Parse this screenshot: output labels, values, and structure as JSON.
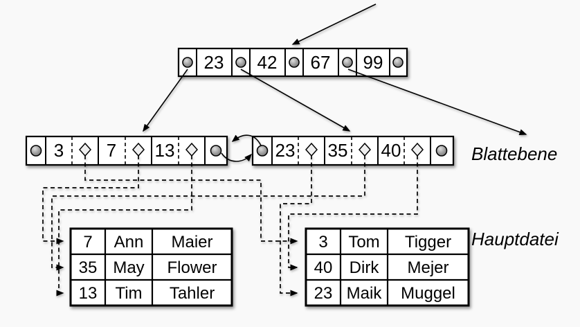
{
  "diagram": {
    "title_hint": "B+-tree index with leaf level and main file",
    "labels": {
      "leaf_level": "Blattebene",
      "main_file": "Hauptdatei"
    },
    "root_node": {
      "keys": [
        "23",
        "42",
        "67",
        "99"
      ]
    },
    "leaves": {
      "left": {
        "keys": [
          "3",
          "7",
          "13"
        ]
      },
      "right": {
        "keys": [
          "23",
          "35",
          "40"
        ]
      }
    },
    "tables": {
      "left": {
        "rows": [
          {
            "key": "7",
            "first_name": "Ann",
            "last_name": "Maier"
          },
          {
            "key": "35",
            "first_name": "May",
            "last_name": "Flower"
          },
          {
            "key": "13",
            "first_name": "Tim",
            "last_name": "Tahler"
          }
        ]
      },
      "right": {
        "rows": [
          {
            "key": "3",
            "first_name": "Tom",
            "last_name": "Tigger"
          },
          {
            "key": "40",
            "first_name": "Dirk",
            "last_name": "Mejer"
          },
          {
            "key": "23",
            "first_name": "Maik",
            "last_name": "Muggel"
          }
        ]
      }
    },
    "icons": {
      "pointer_ball": "gray sphere circle",
      "record_pointer": "diamond outline",
      "arrow": "black triangle arrowhead"
    },
    "colors": {
      "background": "#f9f9f9",
      "stroke": "#000000",
      "box_fill": "#ffffff",
      "diamond_fill": "#efefef"
    }
  }
}
